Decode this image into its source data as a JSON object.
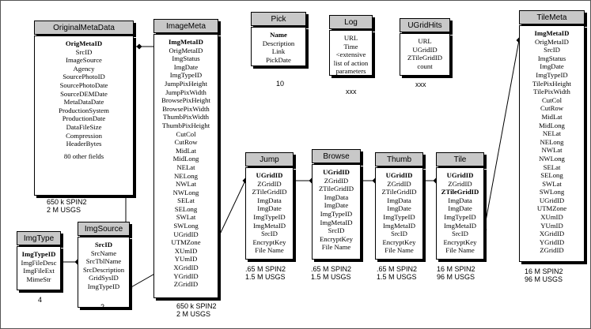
{
  "tables": [
    {
      "id": "origmeta",
      "name": "OriginalMetaData",
      "fields": [
        {
          "t": "OrigMetaID",
          "k": true
        },
        {
          "t": "SrcID"
        },
        {
          "t": "ImageSource"
        },
        {
          "t": "Agency"
        },
        {
          "t": "SourcePhotoID"
        },
        {
          "t": "SourcePhotoDate"
        },
        {
          "t": "SourceDEMDate"
        },
        {
          "t": "MetaDataDate"
        },
        {
          "t": "ProductionSystem"
        },
        {
          "t": "ProductionDate"
        },
        {
          "t": "DataFileSize"
        },
        {
          "t": "Compression"
        },
        {
          "t": "HeaderBytes"
        },
        {
          "t": "80 other fields",
          "gap": true
        }
      ],
      "notes": [
        "650 k SPIN2",
        "2 M USGS"
      ]
    },
    {
      "id": "imagemeta",
      "name": "ImageMeta",
      "fields": [
        {
          "t": "ImgMetaID",
          "k": true
        },
        {
          "t": "OrigMetaID"
        },
        {
          "t": "ImgStatus"
        },
        {
          "t": "ImgDate"
        },
        {
          "t": "ImgTypeID"
        },
        {
          "t": "JumpPixHeight"
        },
        {
          "t": "JumpPixWidth"
        },
        {
          "t": "BrowsePixHeight"
        },
        {
          "t": "BrowsePixWidth"
        },
        {
          "t": "ThumbPixWidth"
        },
        {
          "t": "ThumbPixHeight"
        },
        {
          "t": "CutCol"
        },
        {
          "t": "CutRow"
        },
        {
          "t": "MidLat"
        },
        {
          "t": "MidLong"
        },
        {
          "t": "NELat"
        },
        {
          "t": "NELong"
        },
        {
          "t": "NWLat"
        },
        {
          "t": "NWLong"
        },
        {
          "t": "SELat"
        },
        {
          "t": "SELong"
        },
        {
          "t": "SWLat"
        },
        {
          "t": "SWLong"
        },
        {
          "t": "UGridID"
        },
        {
          "t": "UTMZone"
        },
        {
          "t": "XUmID"
        },
        {
          "t": "YUmID"
        },
        {
          "t": "XGridID"
        },
        {
          "t": "YGridID"
        },
        {
          "t": "ZGridID"
        }
      ],
      "notes": [
        "650 k SPIN2",
        "2 M USGS"
      ]
    },
    {
      "id": "pick",
      "name": "Pick",
      "fields": [
        {
          "t": "Name",
          "k": true
        },
        {
          "t": "Description"
        },
        {
          "t": "Link"
        },
        {
          "t": "PickDate"
        }
      ],
      "notes": [
        "10"
      ]
    },
    {
      "id": "log",
      "name": "Log",
      "fields": [
        {
          "t": "URL"
        },
        {
          "t": "Time"
        },
        {
          "t": "<extensive"
        },
        {
          "t": "list of action"
        },
        {
          "t": "parameters"
        }
      ],
      "notes": [
        "xxx"
      ]
    },
    {
      "id": "ugridhits",
      "name": "UGridHits",
      "fields": [
        {
          "t": "URL"
        },
        {
          "t": "UGridID"
        },
        {
          "t": "ZTileGridID"
        },
        {
          "t": "count"
        }
      ],
      "notes": [
        "xxx"
      ]
    },
    {
      "id": "tilemeta",
      "name": "TileMeta",
      "fields": [
        {
          "t": "ImgMetaID",
          "k": true
        },
        {
          "t": "OrigMetaID"
        },
        {
          "t": "SrcID"
        },
        {
          "t": "ImgStatus"
        },
        {
          "t": "ImgDate"
        },
        {
          "t": "ImgTypeID"
        },
        {
          "t": "TilePixHeight"
        },
        {
          "t": "TilePixWidth"
        },
        {
          "t": "CutCol"
        },
        {
          "t": "CutRow"
        },
        {
          "t": "MidLat"
        },
        {
          "t": "MidLong"
        },
        {
          "t": "NELat"
        },
        {
          "t": "NELong"
        },
        {
          "t": "NWLat"
        },
        {
          "t": "NWLong"
        },
        {
          "t": "SELat"
        },
        {
          "t": "SELong"
        },
        {
          "t": "SWLat"
        },
        {
          "t": "SWLong"
        },
        {
          "t": "UGridID"
        },
        {
          "t": "UTMZone"
        },
        {
          "t": "XUmID"
        },
        {
          "t": "YUmID"
        },
        {
          "t": "XGridID"
        },
        {
          "t": "YGridID"
        },
        {
          "t": "ZGridID"
        }
      ],
      "notes": [
        "16 M SPIN2",
        "96 M USGS"
      ]
    },
    {
      "id": "jump",
      "name": "Jump",
      "fields": [
        {
          "t": "UGridID",
          "k": true
        },
        {
          "t": "ZGridID"
        },
        {
          "t": "ZTileGridID"
        },
        {
          "t": "ImgData"
        },
        {
          "t": "ImgDate"
        },
        {
          "t": "ImgTypeID"
        },
        {
          "t": "ImgMetaID"
        },
        {
          "t": "SrcID"
        },
        {
          "t": "EncryptKey"
        },
        {
          "t": "File Name"
        }
      ],
      "notes": [
        ".65 M SPIN2",
        "1.5 M USGS"
      ]
    },
    {
      "id": "browse",
      "name": "Browse",
      "fields": [
        {
          "t": "UGridID",
          "k": true
        },
        {
          "t": "ZGridID"
        },
        {
          "t": "ZTileGridID"
        },
        {
          "t": "ImgData"
        },
        {
          "t": "ImgDate"
        },
        {
          "t": "ImgTypeID"
        },
        {
          "t": "ImgMetaID"
        },
        {
          "t": "SrcID"
        },
        {
          "t": "EncryptKey"
        },
        {
          "t": "File Name"
        }
      ],
      "notes": [
        ".65 M SPIN2",
        "1.5 M USGS"
      ]
    },
    {
      "id": "thumb",
      "name": "Thumb",
      "fields": [
        {
          "t": "UGridID",
          "k": true
        },
        {
          "t": "ZGridID"
        },
        {
          "t": "ZTileGridID"
        },
        {
          "t": "ImgData"
        },
        {
          "t": "ImgDate"
        },
        {
          "t": "ImgTypeID"
        },
        {
          "t": "ImgMetaID"
        },
        {
          "t": "SrcID"
        },
        {
          "t": "EncryptKey"
        },
        {
          "t": "File Name"
        }
      ],
      "notes": [
        ".65 M SPIN2",
        "1.5 M USGS"
      ]
    },
    {
      "id": "tile",
      "name": "Tile",
      "fields": [
        {
          "t": "UGridID",
          "k": true
        },
        {
          "t": "ZGridID"
        },
        {
          "t": "ZTileGridID",
          "k": true
        },
        {
          "t": "ImgData"
        },
        {
          "t": "ImgDate"
        },
        {
          "t": "ImgTypeID"
        },
        {
          "t": "ImgMetaID"
        },
        {
          "t": "SrcID"
        },
        {
          "t": "EncryptKey"
        },
        {
          "t": "File Name"
        }
      ],
      "notes": [
        "16 M SPIN2",
        "96 M USGS"
      ]
    },
    {
      "id": "imgtype",
      "name": "ImgType",
      "fields": [
        {
          "t": "ImgTypeID",
          "k": true
        },
        {
          "t": "ImgFileDesc"
        },
        {
          "t": "ImgFileExt"
        },
        {
          "t": "MimeStr"
        }
      ],
      "notes": [
        "4"
      ]
    },
    {
      "id": "imgsource",
      "name": "ImgSource",
      "fields": [
        {
          "t": "SrcID",
          "k": true
        },
        {
          "t": "SrcName"
        },
        {
          "t": "SrcTblName"
        },
        {
          "t": "SrcDescription"
        },
        {
          "t": "GridSysID"
        },
        {
          "t": "ImgTypeID"
        }
      ],
      "notes": [
        "2"
      ]
    }
  ]
}
